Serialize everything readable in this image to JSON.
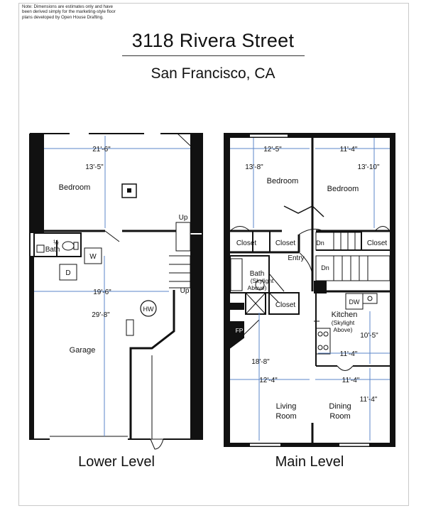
{
  "note": "Note: Dimensions are estimates only and have been derived simply for the marketing-style floor plans developed by Open House Drafting.",
  "title": "3118 Rivera Street",
  "subtitle": "San Francisco, CA",
  "lower_level": {
    "label": "Lower Level",
    "rooms": {
      "bedroom": "Bedroom",
      "half_bath_fraction": "½",
      "half_bath": "Bath",
      "washer": "W",
      "dryer": "D",
      "garage": "Garage",
      "water_heater": "HW",
      "stairs_up_top": "Up",
      "stairs_up_mid": "Up"
    },
    "dimensions": {
      "bedroom_width": "21'-6\"",
      "bedroom_depth": "13'-5\"",
      "garage_width": "19'-6\"",
      "garage_depth": "29'-8\""
    }
  },
  "main_level": {
    "label": "Main Level",
    "rooms": {
      "bedroom_left": "Bedroom",
      "bedroom_right": "Bedroom",
      "closet_left": "Closet",
      "closet_center": "Closet",
      "closet_right": "Closet",
      "closet_hall": "Closet",
      "dn_upper": "Dn",
      "dn_lower": "Dn",
      "entry": "Entry",
      "bath": "Bath",
      "bath_skylight_1": "(Skylight",
      "bath_skylight_2": "Above)",
      "kitchen": "Kitchen",
      "kitchen_skylight_1": "(Skylight",
      "kitchen_skylight_2": "Above)",
      "dishwasher": "DW",
      "fireplace": "FP",
      "living_1": "Living",
      "living_2": "Room",
      "dining_1": "Dining",
      "dining_2": "Room"
    },
    "dimensions": {
      "bedroom_left_width": "12'-5\"",
      "bedroom_left_depth": "13'-8\"",
      "bedroom_right_width": "11'-4\"",
      "bedroom_right_depth": "13'-10\"",
      "kitchen_depth": "10'-5\"",
      "kitchen_width": "11'-4\"",
      "living_depth": "18'-8\"",
      "living_width": "12'-4\"",
      "dining_width": "11'-4\"",
      "dining_depth": "11'-4\""
    }
  },
  "colors": {
    "wall": "#111111",
    "dimension_line": "#5b86c8",
    "frame": "#c9c9c9"
  }
}
